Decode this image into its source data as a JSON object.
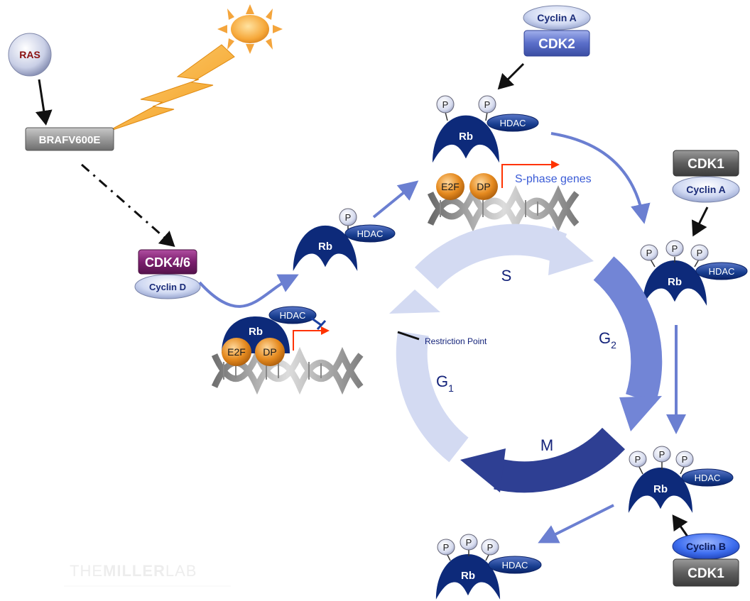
{
  "upstream": {
    "ras": "RAS",
    "braf": "BRAFV600E"
  },
  "cdk46": {
    "kinase": "CDK4/6",
    "cyclin": "Cyclin D"
  },
  "cdk2": {
    "kinase": "CDK2",
    "cyclin": "Cyclin A"
  },
  "cdk1_top": {
    "kinase": "CDK1",
    "cyclin": "Cyclin A"
  },
  "cdk1_bottom": {
    "kinase": "CDK1",
    "cyclin": "Cyclin B"
  },
  "protein": {
    "rb": "Rb",
    "hdac": "HDAC",
    "p": "P",
    "e2f": "E2F",
    "dp": "DP"
  },
  "sphase_genes": "S-phase genes",
  "restriction_point": "Restriction Point",
  "phases": {
    "g1_main": "G",
    "g1_sub": "1",
    "s": "S",
    "g2_main": "G",
    "g2_sub": "2",
    "m": "M"
  },
  "watermark": {
    "part1": "THE",
    "part2": "MILLER",
    "part3": "LAB"
  },
  "colors": {
    "rb_navy": "#0d2a7a",
    "hdac_navy": "#173d8f",
    "arrow_blue": "#6b7fd1",
    "cycle_light": "#d3daf2",
    "cycle_mid": "#7285d6",
    "cycle_dark": "#2e3f93",
    "cdk46_purple": "#7b1f6e",
    "cdk_blue": "#5a6ec9",
    "cdk_gray": "#5a5a5a",
    "e2f_orange": "#e58a1f",
    "promoter_red": "#ff3300"
  }
}
